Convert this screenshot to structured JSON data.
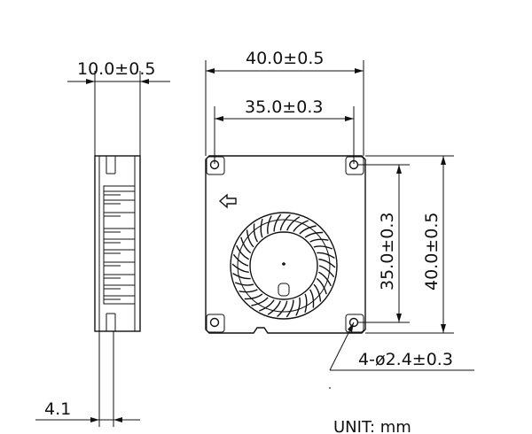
{
  "drawing": {
    "side_view": {
      "width_label": "10.0±0.5",
      "offset_label": "4.1"
    },
    "front_view": {
      "outer_width_label": "40.0±0.5",
      "hole_spacing_width_label": "35.0±0.3",
      "hole_spacing_height_label": "35.0±0.3",
      "outer_height_label": "40.0±0.5",
      "holes_label": "4-ø2.4±0.3"
    },
    "unit_label": "UNIT: mm"
  }
}
